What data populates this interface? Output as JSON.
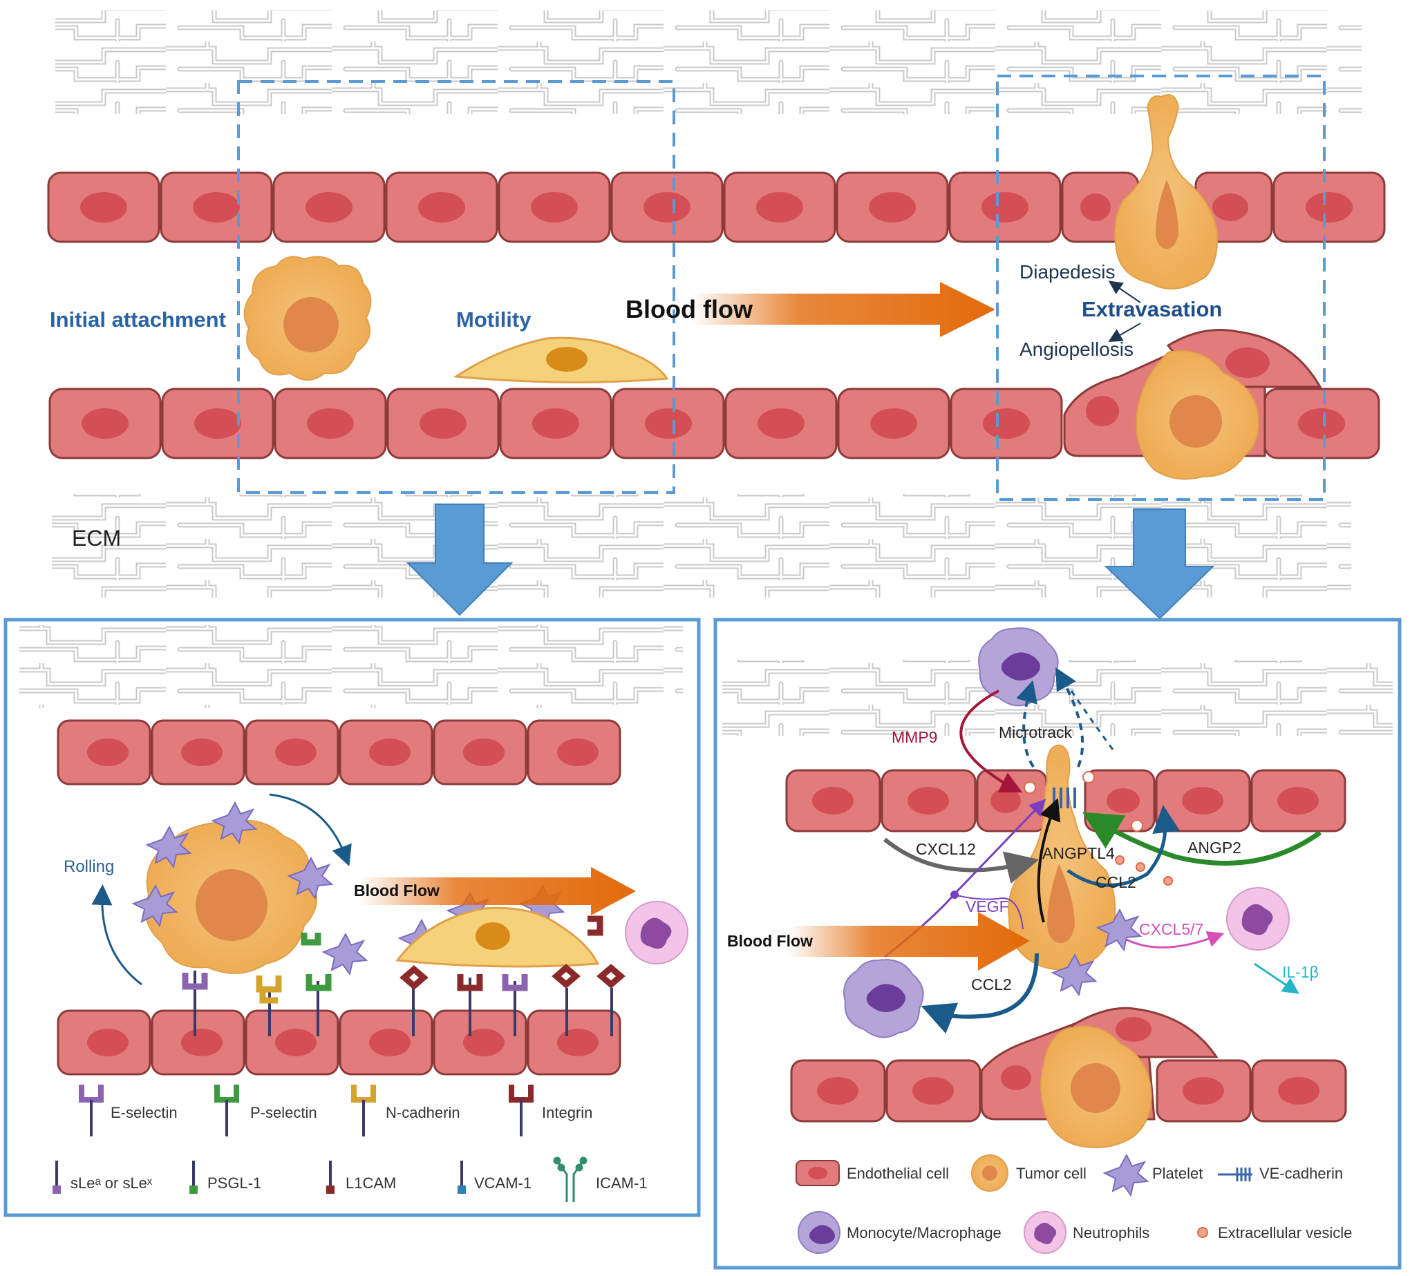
{
  "top": {
    "initial_attachment": "Initial attachment",
    "motility": "Motility",
    "blood_flow": "Blood flow",
    "diapedesis": "Diapedesis",
    "extravasation": "Extravasation",
    "angiopellosis": "Angiopellosis",
    "ecm": "ECM"
  },
  "left_panel": {
    "rolling": "Rolling",
    "blood_flow": "Blood Flow",
    "legend": [
      {
        "label": "E-selectin",
        "color": "#8a64b0"
      },
      {
        "label": "P-selectin",
        "color": "#3e9a3e"
      },
      {
        "label": "N-cadherin",
        "color": "#d4a42e"
      },
      {
        "label": "Integrin",
        "color": "#8b2a2a"
      }
    ],
    "ligands": [
      {
        "label": "sLeᵃ or sLeˣ",
        "color": "#8a64b0"
      },
      {
        "label": "PSGL-1",
        "color": "#3e9a3e"
      },
      {
        "label": "L1CAM",
        "color": "#8b2a2a"
      },
      {
        "label": "VCAM-1",
        "color": "#2f7fb8"
      },
      {
        "label": "ICAM-1",
        "color": "#2f8f6a"
      }
    ]
  },
  "right_panel": {
    "mmp9": "MMP9",
    "microtrack": "Microtrack",
    "cxcl12": "CXCL12",
    "angptl4": "ANGPTL4",
    "angp2": "ANGP2",
    "ccl2_top": "CCL2",
    "vegf": "VEGF",
    "blood_flow": "Blood Flow",
    "ccl2_bottom": "CCL2",
    "cxcl57": "CXCL5/7",
    "il1b": "IL-1β",
    "legend": [
      {
        "label": "Endothelial cell",
        "icon": "endothelial-cell-icon"
      },
      {
        "label": "Tumor cell",
        "icon": "tumor-cell-icon"
      },
      {
        "label": "Platelet",
        "icon": "platelet-icon"
      },
      {
        "label": "VE-cadherin",
        "icon": "ve-cadherin-icon"
      },
      {
        "label": "Monocyte/Macrophage",
        "icon": "monocyte-icon"
      },
      {
        "label": "Neutrophils",
        "icon": "neutrophil-icon"
      },
      {
        "label": "Extracellular vesicle",
        "icon": "vesicle-icon"
      }
    ]
  },
  "colors": {
    "endothelial": "#e27b7b",
    "nucleus": "#d44f55",
    "tumor": "#f0b15a",
    "blue_frame": "#5b9bd5",
    "flow_arrow": "#e36a0b"
  }
}
